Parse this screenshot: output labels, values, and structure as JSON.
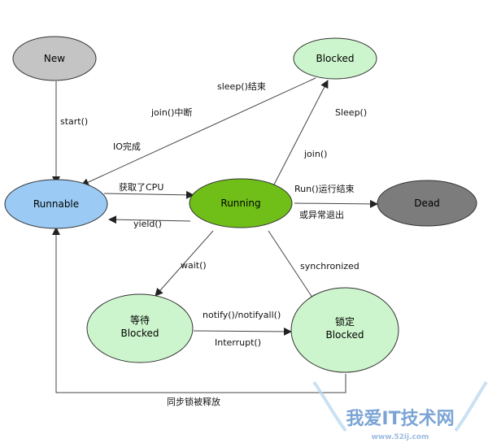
{
  "states": {
    "new": "New",
    "blocked": "Blocked",
    "runnable": "Runnable",
    "running": "Running",
    "dead": "Dead",
    "waiting_line1": "等待",
    "waiting_line2": "Blocked",
    "locked_line1": "锁定",
    "locked_line2": "Blocked"
  },
  "transitions": {
    "start": "start()",
    "sleep_end": "sleep()结束",
    "join_interrupt": "join()中断",
    "io_done": "IO完成",
    "get_cpu": "获取了CPU",
    "yield": "yield()",
    "sleep": "Sleep()",
    "join": "join()",
    "run_end_line1": "Run()运行结束",
    "run_end_line2": "或异常退出",
    "wait": "wait()",
    "synchronized": "synchronized",
    "notify": "notify()/notifyall()",
    "interrupt": "Interrupt()",
    "lock_release": "同步锁被释放"
  },
  "watermark": {
    "big": "我爱IT技术网",
    "url": "www.52ij.com"
  },
  "colors": {
    "new": "#c4c4c4",
    "blocked": "#cdf5cd",
    "runnable": "#9bcbf5",
    "running": "#70bf18",
    "dead": "#7c7c7c",
    "stroke": "#333333"
  }
}
